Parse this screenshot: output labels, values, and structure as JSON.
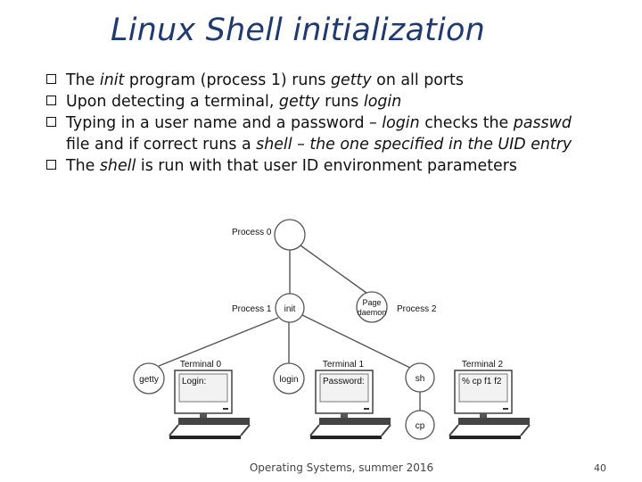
{
  "slide": {
    "title": "Linux Shell  initialization",
    "bullets": [
      [
        {
          "t": "The "
        },
        {
          "t": "init",
          "i": true
        },
        {
          "t": " program (process 1) runs "
        },
        {
          "t": "getty",
          "i": true
        },
        {
          "t": " on all ports"
        }
      ],
      [
        {
          "t": "Upon detecting a terminal, "
        },
        {
          "t": "getty",
          "i": true
        },
        {
          "t": " runs "
        },
        {
          "t": "login",
          "i": true
        }
      ],
      [
        {
          "t": "Typing in a user name and a password – "
        },
        {
          "t": "login",
          "i": true
        },
        {
          "t": " checks the "
        },
        {
          "t": "passwd",
          "i": true
        }
      ],
      [
        {
          "t": "file and if correct runs a "
        },
        {
          "t": "shell – the one specified in the UID entry",
          "i": true
        }
      ],
      [
        {
          "t": "The "
        },
        {
          "t": "shell",
          "i": true
        },
        {
          "t": "  is run with that user ID environment parameters"
        }
      ]
    ],
    "bullet_is_continuation": [
      false,
      false,
      false,
      true,
      false
    ],
    "footer": "Operating Systems, summer 2016",
    "page_number": "40"
  },
  "figure": {
    "labels": {
      "process0": "Process 0",
      "process1": "Process 1",
      "process2": "Process 2",
      "init": "init",
      "page_daemon_1": "Page",
      "page_daemon_2": "daemon",
      "getty": "getty",
      "login": "login",
      "sh": "sh",
      "cp": "cp",
      "terminal0": "Terminal 0",
      "terminal1": "Terminal 1",
      "terminal2": "Terminal 2",
      "screen0": "Login:",
      "screen1": "Password:",
      "screen2": "% cp f1 f2"
    }
  }
}
